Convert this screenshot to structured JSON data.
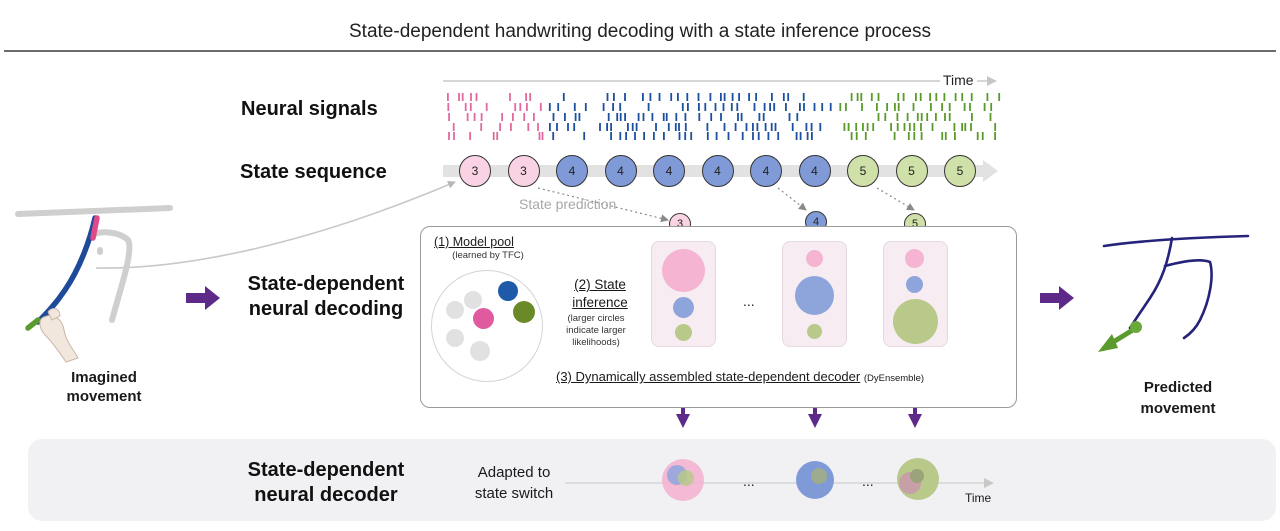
{
  "title": "State-dependent handwriting decoding with a state inference process",
  "time_label": "Time",
  "rows": {
    "neural_signals": "Neural signals",
    "state_sequence": "State sequence",
    "decoding_line1": "State-dependent",
    "decoding_line2": "neural decoding",
    "decoder_line1": "State-dependent",
    "decoder_line2": "neural decoder"
  },
  "state_sequence": [
    "3",
    "3",
    "4",
    "4",
    "4",
    "4",
    "4",
    "4",
    "5",
    "5",
    "5"
  ],
  "state_prediction_label": "State prediction",
  "predicted_states": [
    "3",
    "4",
    "5"
  ],
  "imagined_movement": [
    "Imagined",
    "movement"
  ],
  "predicted_movement": [
    "Predicted",
    "movement"
  ],
  "model_pool": {
    "title": "(1) Model pool",
    "subtitle": "(learned by TFC)"
  },
  "state_inference": {
    "title_line1": "(2) State",
    "title_line2": "inference",
    "note": [
      "(larger circles",
      "indicate larger",
      "likelihoods)"
    ]
  },
  "ellipsis": "...",
  "assembled_label": "(3) Dynamically assembled state-dependent decoder",
  "assembled_suffix": "(DyEnsemble)",
  "adapted_label": [
    "Adapted to",
    "state switch"
  ],
  "bottom_time_label": "Time",
  "colors": {
    "state3": "#f4a9cb",
    "state3_fill": "#f9d3e4",
    "state4": "#7f9ad6",
    "state5": "#a6be6e",
    "state5_fill": "#cfe0a8",
    "arrow": "#6a2c91",
    "pink_trace": "#e04a8a",
    "blue_trace": "#1e4a9a",
    "green_trace": "#5b9a2c",
    "neural_pink": "#e06aa0",
    "neural_blue": "#1c4fa0",
    "neural_green": "#5a9a2a"
  }
}
